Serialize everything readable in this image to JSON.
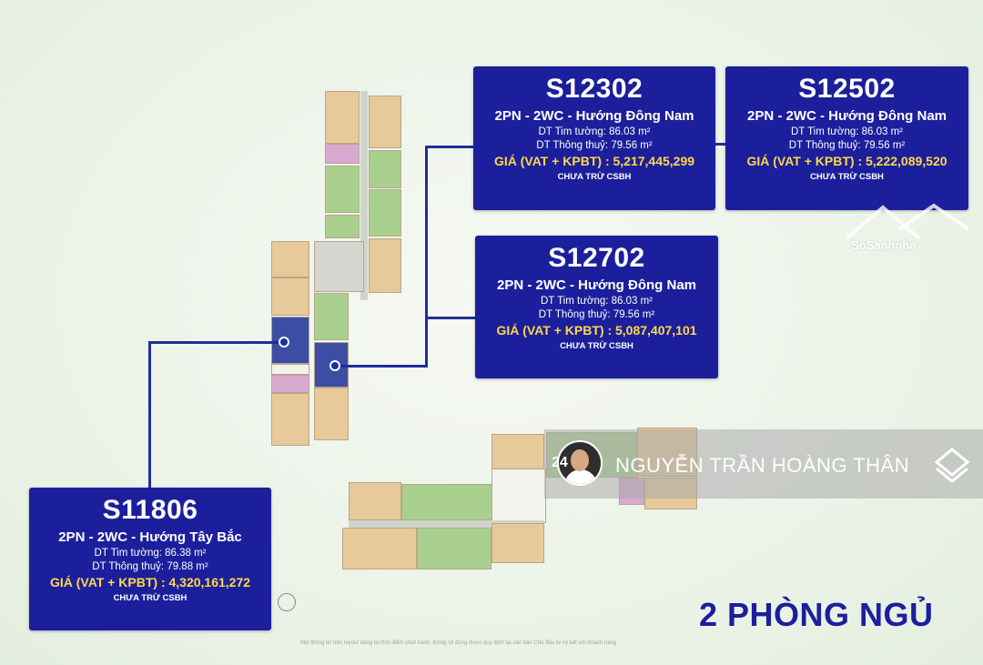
{
  "cards": [
    {
      "code": "S12302",
      "type": "2PN - 2WC - Hướng Đông Nam",
      "area_wall": "DT Tim tường: 86.03 m²",
      "area_net": "DT Thông thuỷ:  79.56 m²",
      "price": "GIÁ (VAT + KPBT) : 5,217,445,299",
      "note": "CHƯA TRỪ CSBH"
    },
    {
      "code": "S12502",
      "type": "2PN - 2WC - Hướng Đông Nam",
      "area_wall": "DT Tim tường: 86.03 m²",
      "area_net": "DT Thông thuỷ:  79.56 m²",
      "price": "GIÁ (VAT + KPBT) : 5,222,089,520",
      "note": "CHƯA TRỪ CSBH"
    },
    {
      "code": "S12702",
      "type": "2PN - 2WC - Hướng Đông Nam",
      "area_wall": "DT Tim tường: 86.03 m²",
      "area_net": "DT Thông thuỷ:  79.56 m²",
      "price": "GIÁ (VAT + KPBT) : 5,087,407,101",
      "note": "CHƯA TRỪ CSBH"
    },
    {
      "code": "S11806",
      "type": "2PN - 2WC - Hướng Tây Bắc",
      "area_wall": "DT Tim tường: 86.38 m²",
      "area_net": "DT Thông thuỷ:  79.88 m²",
      "price": "GIÁ (VAT + KPBT) : 4,320,161,272",
      "note": "CHƯA TRỪ CSBH"
    }
  ],
  "title": "2 PHÒNG NGỦ",
  "watermark": {
    "number": "24",
    "name": "NGUYỄN TRẦN HOÀNG THÂN",
    "icon": "house-logo-icon"
  },
  "site_mark": "SoSanhnha",
  "disclaimer": "Mọi thông tin trên layout đang tại thời điểm phát hành, thông số đúng được quy định tại văn bản Chủ đầu tư ký kết với Khách hàng"
}
